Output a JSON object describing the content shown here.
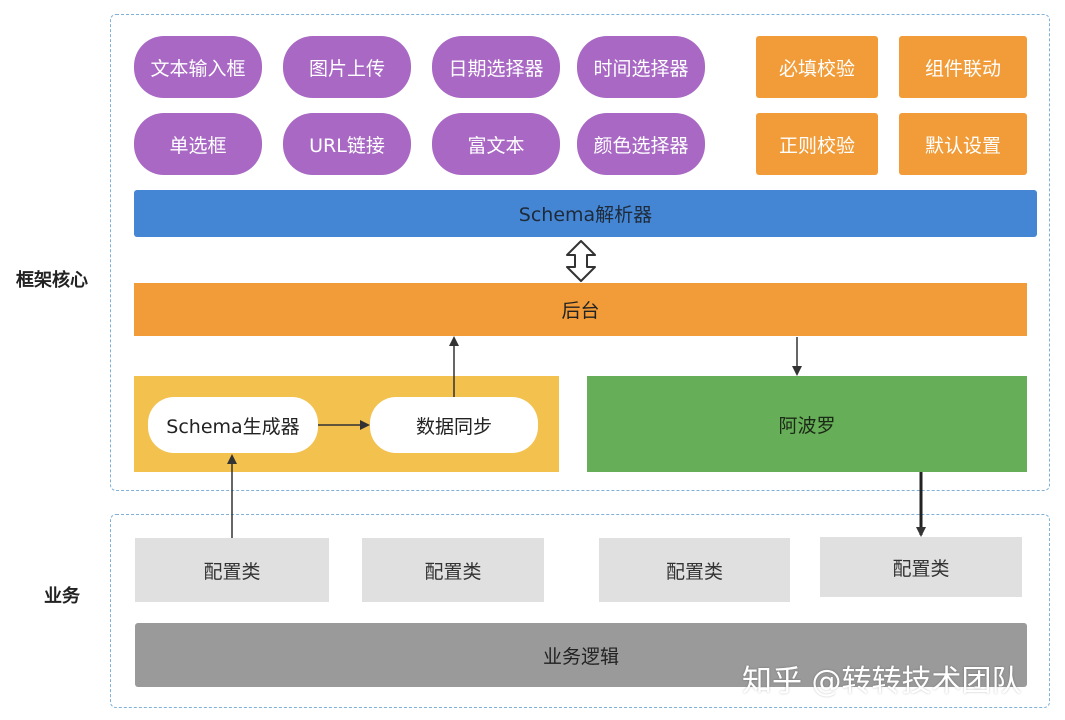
{
  "sections": {
    "core_label": "框架核心",
    "business_label": "业务"
  },
  "components": [
    "文本输入框",
    "图片上传",
    "日期选择器",
    "时间选择器",
    "单选框",
    "URL链接",
    "富文本",
    "颜色选择器"
  ],
  "validators": [
    "必填校验",
    "组件联动",
    "正则校验",
    "默认设置"
  ],
  "parser": "Schema解析器",
  "backend": "后台",
  "generator": "Schema生成器",
  "sync": "数据同步",
  "apollo": "阿波罗",
  "config_boxes": [
    "配置类",
    "配置类",
    "配置类",
    "配置类"
  ],
  "business_logic": "业务逻辑",
  "watermark": "知乎 @转转技术团队",
  "colors": {
    "component_purple": "#a868c4",
    "validator_orange": "#f19c38",
    "parser_blue": "#4486d3",
    "backend_orange": "#f19c38",
    "generator_panel_yellow": "#f3c14e",
    "apollo_green": "#67ae58",
    "config_gray": "#e0e0e0",
    "logic_gray": "#9a9a9a",
    "frame_dashed_blue": "#7fb0d8"
  }
}
